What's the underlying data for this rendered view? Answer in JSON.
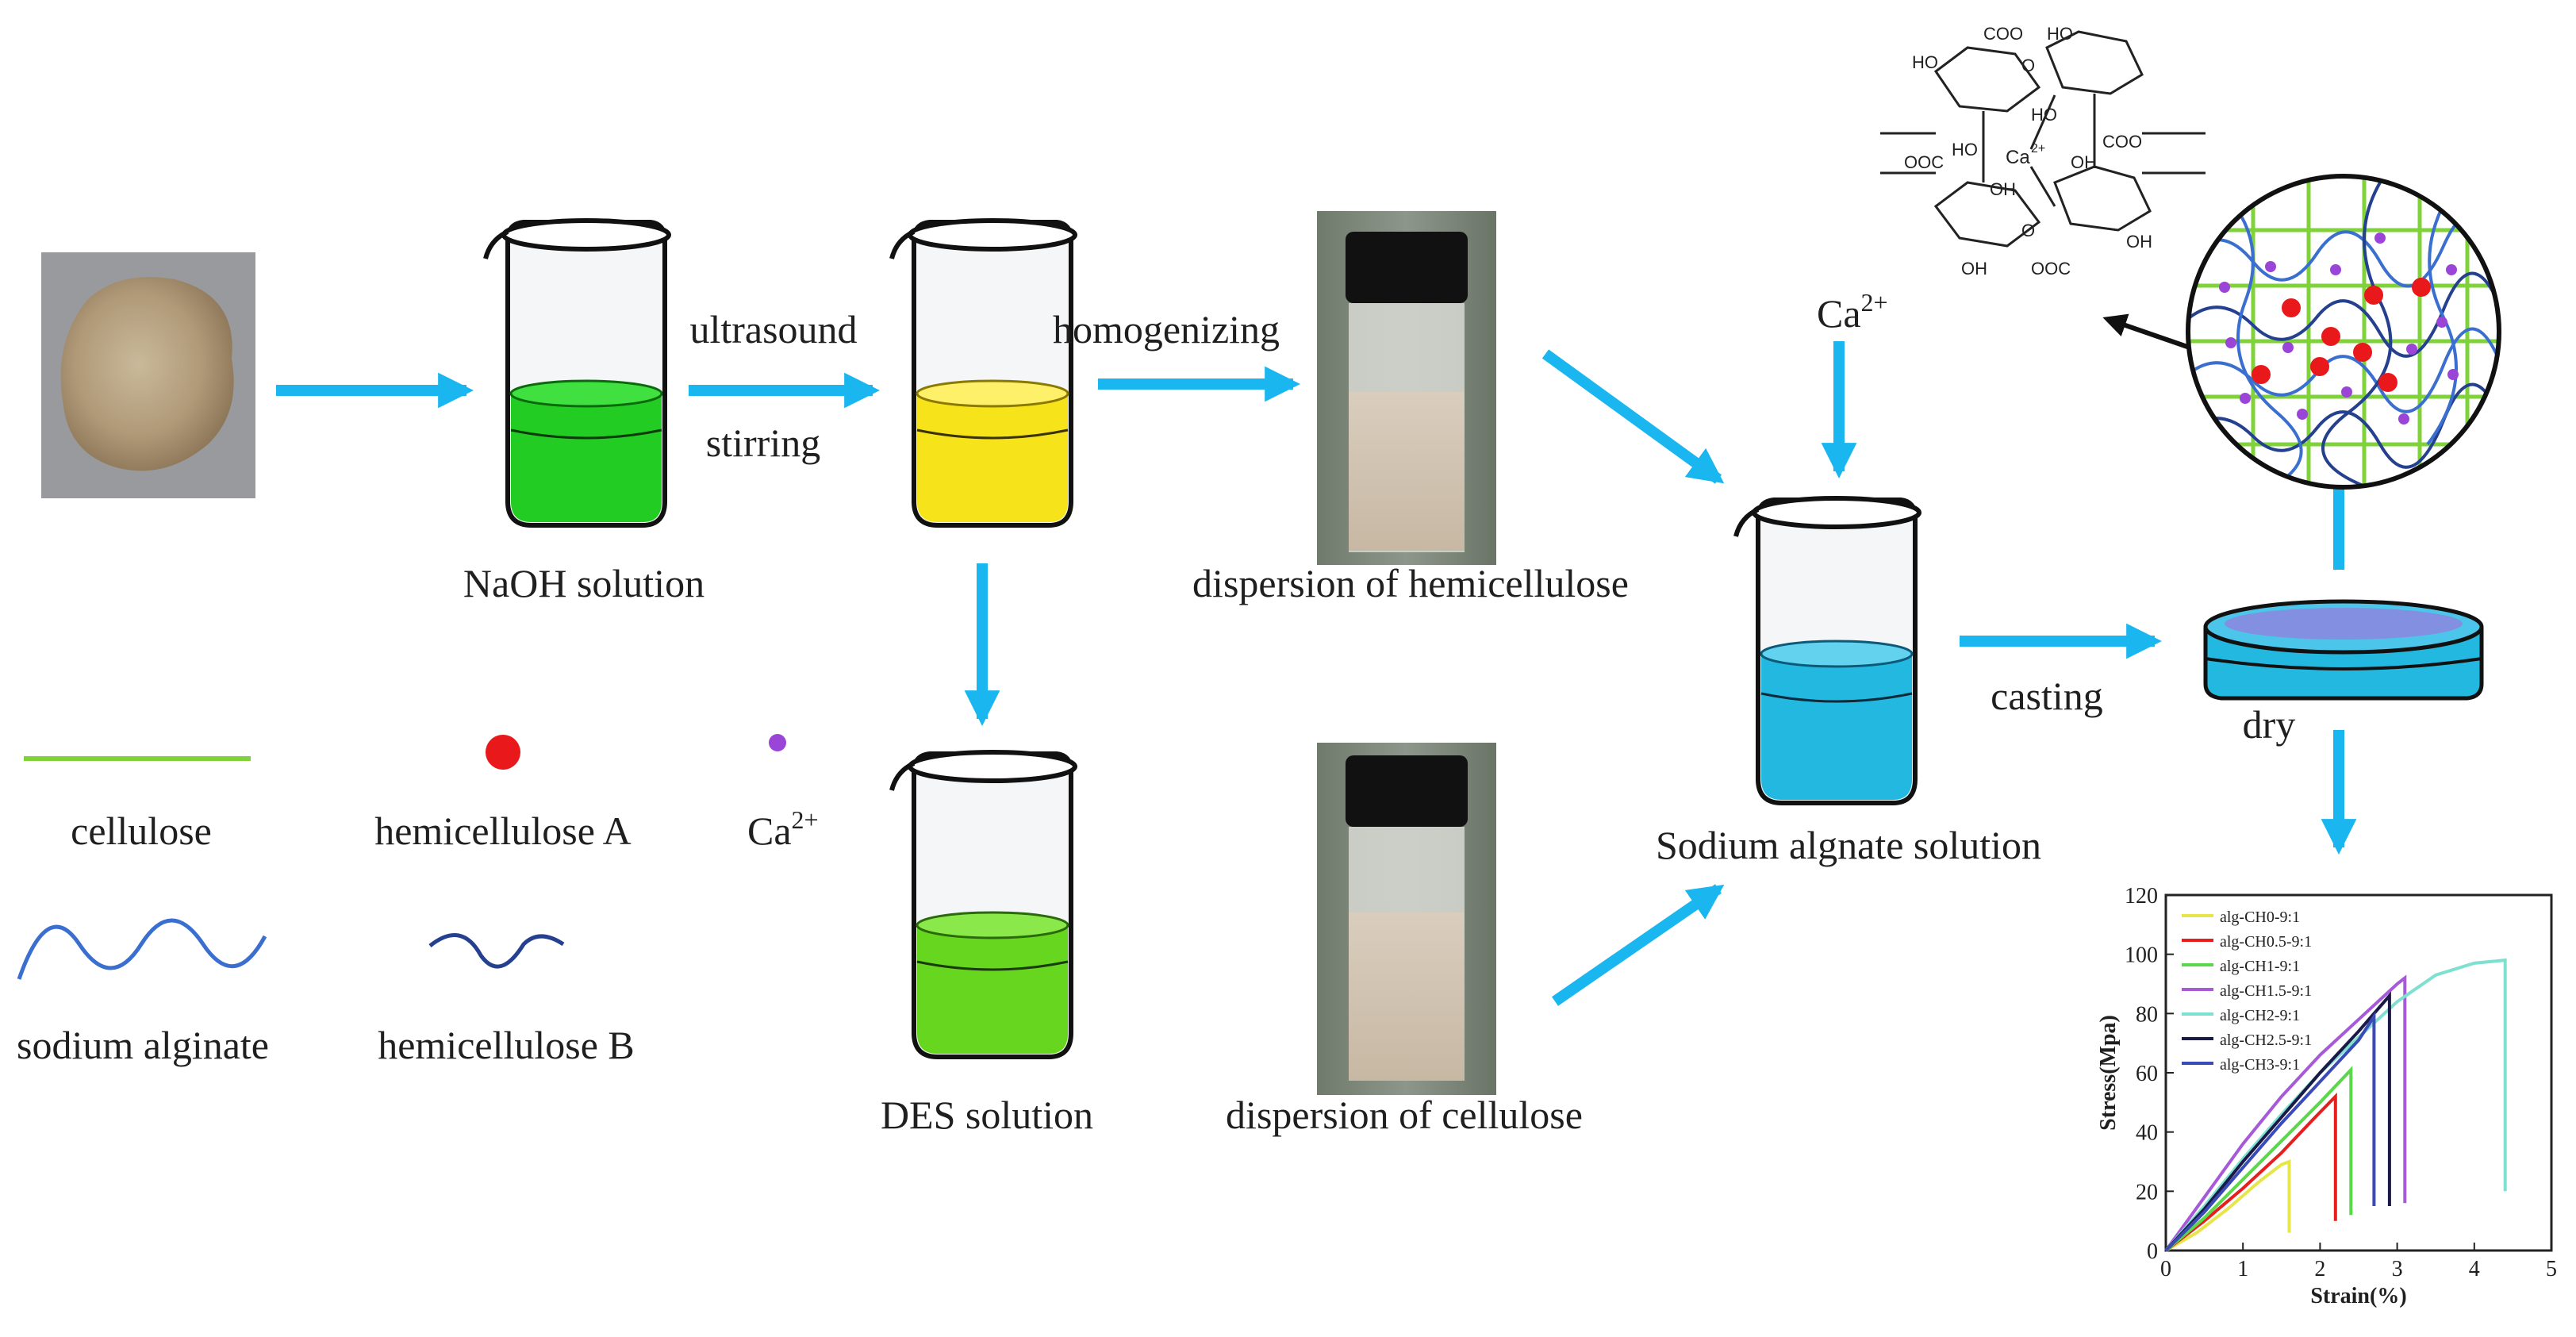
{
  "diagram": {
    "labels": {
      "naoh": "NaOH solution",
      "ultrasound": "ultrasound",
      "stirring": "stirring",
      "homogenizing": "homogenizing",
      "disp_hemi": "dispersion of hemicellulose",
      "des": "DES solution",
      "disp_cell": "dispersion of cellulose",
      "ca_top_base": "Ca",
      "ca_top_sup": "2+",
      "sodium_alginate": "Sodium algnate solution",
      "casting": "casting",
      "dry": "dry"
    },
    "legend": {
      "cellulose": "cellulose",
      "hemi_a": "hemicellulose A",
      "ca_base": "Ca",
      "ca_sup": "2+",
      "sodium_alginate": "sodium alginate",
      "hemi_b": "hemicellulose B"
    },
    "structure": {
      "coo_top": "COO",
      "ho_top_mid": "HO",
      "ho_left": "HO",
      "ho_inner": "HO",
      "ho_left2": "HO",
      "coo_right": "COO",
      "ooc_left": "OOC",
      "ca_center": "Ca",
      "ca_center_sup": "2+",
      "oh_right": "OH",
      "oh_inner": "OH",
      "oh_bottom_left": "OH",
      "ooc_bottom": "OOC",
      "oh_bottom_right": "OH",
      "o": "O"
    },
    "colors": {
      "arrow": "#1ab6ef",
      "naoh_liquid": "#22cc22",
      "stir_liquid": "#f7e31a",
      "des_liquid": "#66d61e",
      "alginate_liquid": "#22b8e0",
      "hemi_a": "#e8181b",
      "ca_dot": "#9a45d8",
      "cellulose": "#7fd23a",
      "alginate_line": "#3a6fcf",
      "hemi_b_line": "#24408e"
    }
  },
  "chart_data": {
    "type": "line",
    "xlabel": "Strain(%)",
    "ylabel": "Stress(Mpa)",
    "xlim": [
      0,
      5
    ],
    "ylim": [
      0,
      120
    ],
    "xticks": [
      "0",
      "1",
      "2",
      "3",
      "4",
      "5"
    ],
    "yticks": [
      "0",
      "20",
      "40",
      "60",
      "80",
      "100",
      "120"
    ],
    "legend_position": "top-left",
    "series": [
      {
        "name": "alg-CH0-9:1",
        "color": "#e6e64a",
        "x": [
          0,
          0.4,
          0.8,
          1.2,
          1.5,
          1.6,
          1.6
        ],
        "y": [
          0,
          6,
          14,
          23,
          29,
          30,
          6
        ]
      },
      {
        "name": "alg-CH0.5-9:1",
        "color": "#e61e1e",
        "x": [
          0,
          0.5,
          1.0,
          1.5,
          1.9,
          2.2,
          2.2
        ],
        "y": [
          0,
          10,
          21,
          33,
          44,
          52,
          10
        ]
      },
      {
        "name": "alg-CH1-9:1",
        "color": "#5ad84a",
        "x": [
          0,
          0.5,
          1.0,
          1.5,
          2.0,
          2.4,
          2.4
        ],
        "y": [
          0,
          11,
          24,
          37,
          50,
          61,
          12
        ]
      },
      {
        "name": "alg-CH1.5-9:1",
        "color": "#a65ad8",
        "x": [
          0,
          0.5,
          1.0,
          1.5,
          2.0,
          2.5,
          3.0,
          3.1,
          3.1
        ],
        "y": [
          0,
          18,
          36,
          52,
          66,
          78,
          90,
          92,
          16
        ]
      },
      {
        "name": "alg-CH2-9:1",
        "color": "#7ee0d0",
        "x": [
          0,
          0.5,
          1.0,
          1.5,
          2.0,
          2.5,
          3.0,
          3.5,
          4.0,
          4.4,
          4.4
        ],
        "y": [
          0,
          15,
          31,
          46,
          60,
          72,
          84,
          93,
          97,
          98,
          20
        ]
      },
      {
        "name": "alg-CH2.5-9:1",
        "color": "#1a1a48",
        "x": [
          0,
          0.5,
          1.0,
          1.5,
          2.0,
          2.5,
          2.9,
          2.9
        ],
        "y": [
          0,
          14,
          30,
          45,
          60,
          74,
          86,
          15
        ]
      },
      {
        "name": "alg-CH3-9:1",
        "color": "#3a4ab8",
        "x": [
          0,
          0.5,
          1.0,
          1.5,
          2.0,
          2.5,
          2.7,
          2.7
        ],
        "y": [
          0,
          13,
          28,
          43,
          57,
          71,
          79,
          15
        ]
      }
    ]
  }
}
